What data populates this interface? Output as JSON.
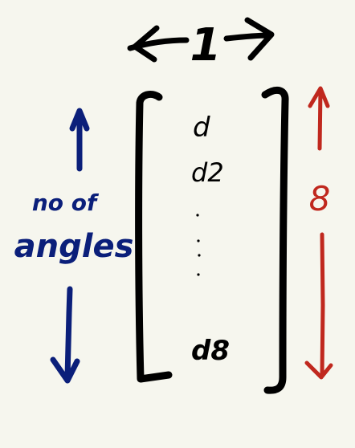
{
  "top_label": "1",
  "matrix_entries": [
    "d",
    "d2",
    "d8"
  ],
  "left_annotation": [
    "no of",
    "angles"
  ],
  "right_annotation": "8",
  "colors": {
    "background": "#f6f6ee",
    "ink": "#000000",
    "left_annotation": "#0b1f7a",
    "right_annotation": "#c0281e"
  }
}
